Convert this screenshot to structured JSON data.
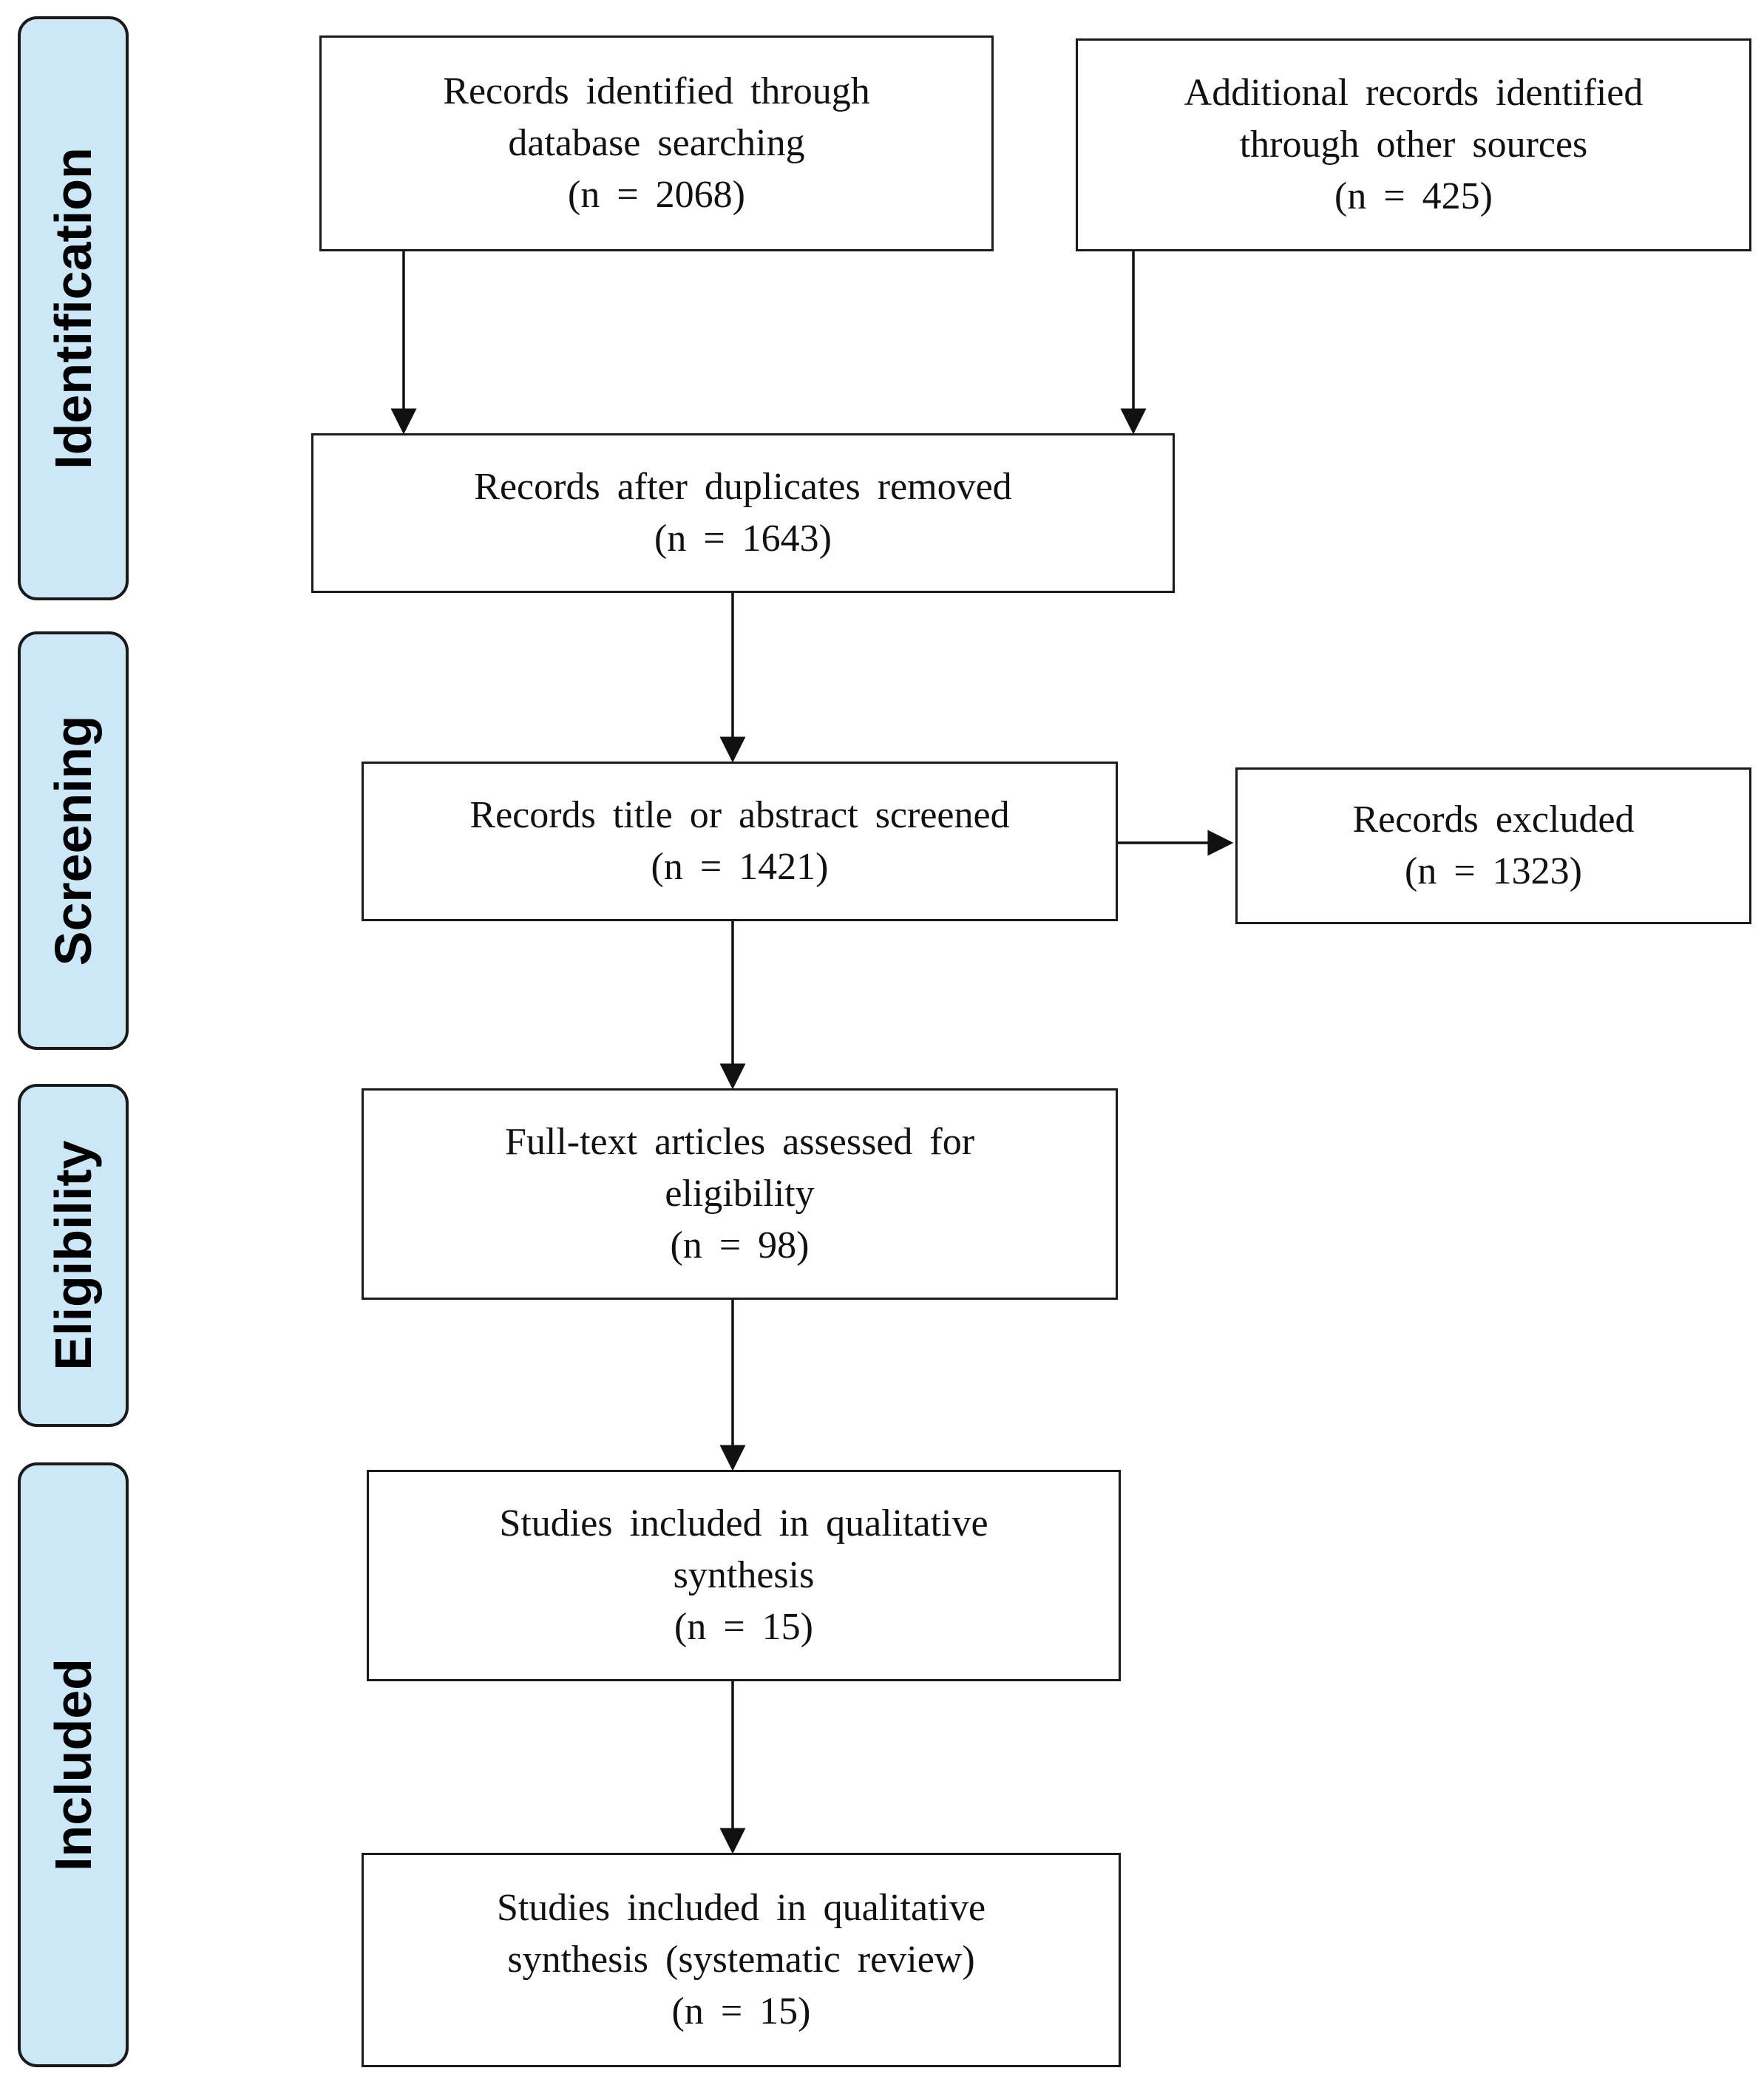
{
  "stages": [
    {
      "id": "identification",
      "label": "Identification"
    },
    {
      "id": "screening",
      "label": "Screening"
    },
    {
      "id": "eligibility",
      "label": "Eligibility"
    },
    {
      "id": "included",
      "label": "Included"
    }
  ],
  "boxes": {
    "database": {
      "line1": "Records identified through",
      "line2": "database searching",
      "count": "(n = 2068)"
    },
    "other_sources": {
      "line1": "Additional records identified",
      "line2": "through other sources",
      "count": "(n = 425)"
    },
    "duplicates_removed": {
      "line1": "Records after duplicates removed",
      "count": "(n = 1643)"
    },
    "screened": {
      "line1": "Records title or abstract screened",
      "count": "(n = 1421)"
    },
    "excluded": {
      "line1": "Records excluded",
      "count": "(n = 1323)"
    },
    "full_text": {
      "line1": "Full-text articles assessed for",
      "line2": "eligibility",
      "count": "(n = 98)"
    },
    "qualitative": {
      "line1": "Studies included in qualitative",
      "line2": "synthesis",
      "count": "(n = 15)"
    },
    "systematic_review": {
      "line1": "Studies included in qualitative",
      "line2": "synthesis (systematic review)",
      "count": "(n = 15)"
    }
  }
}
